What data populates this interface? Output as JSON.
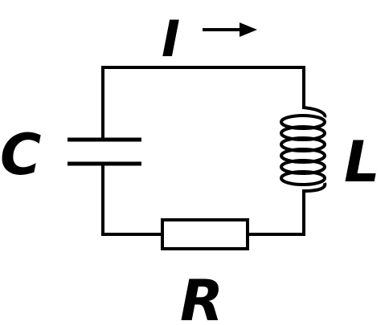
{
  "labels": {
    "current": "I",
    "capacitor": "C",
    "inductor": "L",
    "resistor": "R"
  },
  "colors": {
    "stroke": "#000000",
    "background": "#ffffff"
  },
  "icons": {
    "current_direction": "right-arrow-icon"
  }
}
